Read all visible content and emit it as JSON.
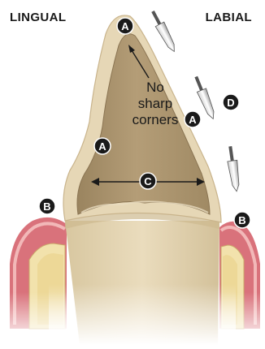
{
  "labels": {
    "lingual": "LINGUAL",
    "labial": "LABIAL"
  },
  "note": {
    "line1": "No",
    "line2": "sharp",
    "line3": "corners"
  },
  "markers": {
    "a": "A",
    "b": "B",
    "c": "C",
    "d": "D"
  },
  "colors": {
    "tooth_outer": "#e6d7b6",
    "tooth_inner": "#a7906b",
    "gingiva": "#d9727b",
    "bone": "#f2e2ac",
    "marker": "#1a1a1a"
  }
}
